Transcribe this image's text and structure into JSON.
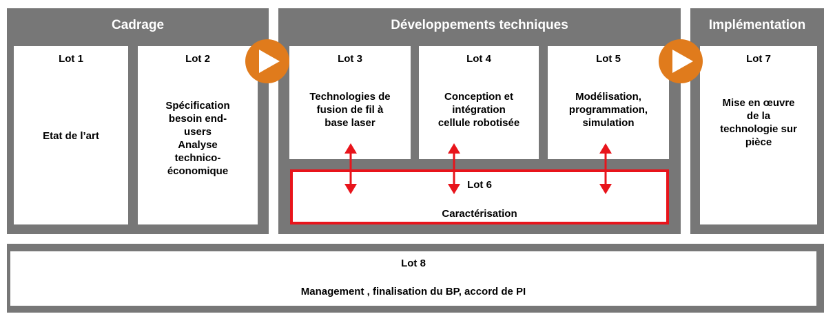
{
  "phases": {
    "cadrage": "Cadrage",
    "dev": "Développements techniques",
    "impl": "Implémentation"
  },
  "lots": {
    "lot1": {
      "num": "Lot 1",
      "desc": [
        "Etat de l’art"
      ]
    },
    "lot2": {
      "num": "Lot 2",
      "desc": [
        "Spécification",
        "besoin end-",
        "users",
        "Analyse",
        "technico-",
        "économique"
      ]
    },
    "lot3": {
      "num": "Lot 3",
      "desc": [
        "Technologies de",
        "fusion de fil à",
        "base laser"
      ]
    },
    "lot4": {
      "num": "Lot 4",
      "desc": [
        "Conception et",
        "intégration",
        "cellule robotisée"
      ]
    },
    "lot5": {
      "num": "Lot 5",
      "desc": [
        "Modélisation,",
        "programmation,",
        "simulation"
      ]
    },
    "lot6": {
      "num": "Lot 6",
      "desc": "Caractérisation"
    },
    "lot7": {
      "num": "Lot 7",
      "desc": [
        "Mise en œuvre",
        "de la",
        "technologie sur",
        "pièce"
      ]
    },
    "lot8": {
      "num": "Lot 8",
      "desc": "Management , finalisation  du BP, accord de PI"
    }
  },
  "colors": {
    "phase_bg": "#777777",
    "orange": "#e07b1c",
    "red": "#e8141b"
  },
  "icons": [
    "play-arrow-icon",
    "double-headed-arrow-icon"
  ]
}
